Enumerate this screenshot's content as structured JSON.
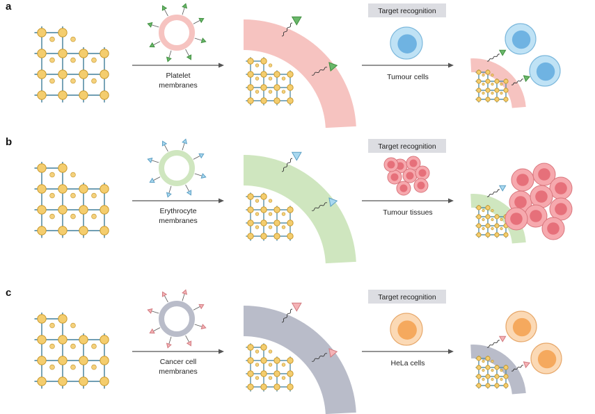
{
  "colors": {
    "grid": "#5b91a8",
    "node_fill": "#f4cd6e",
    "node_stroke": "#c99a2e",
    "arrow": "#555555",
    "badge_bg": "#dcdde2",
    "tether": "#333333"
  },
  "panels": [
    {
      "letter": "a",
      "membrane_label": [
        "Platelet",
        "membranes"
      ],
      "target_label": "Target recognition",
      "cell_label": "Tumour cells",
      "coat": "#f6c3c0",
      "ligand_fill": "#6ab76a",
      "ligand_stroke": "#3f8f3f",
      "cell_kind": "blue-cells"
    },
    {
      "letter": "b",
      "membrane_label": [
        "Erythrocyte",
        "membranes"
      ],
      "target_label": "Target recognition",
      "cell_label": "Tumour tissues",
      "coat": "#cfe6bf",
      "ligand_fill": "#a9d8ef",
      "ligand_stroke": "#5b9fc4",
      "cell_kind": "tissue"
    },
    {
      "letter": "c",
      "membrane_label": [
        "Cancer cell",
        "membranes"
      ],
      "target_label": "Target recognition",
      "cell_label": "HeLa cells",
      "coat": "#b9bcc9",
      "ligand_fill": "#f4b3b6",
      "ligand_stroke": "#d1797f",
      "cell_kind": "orange-cells"
    }
  ]
}
